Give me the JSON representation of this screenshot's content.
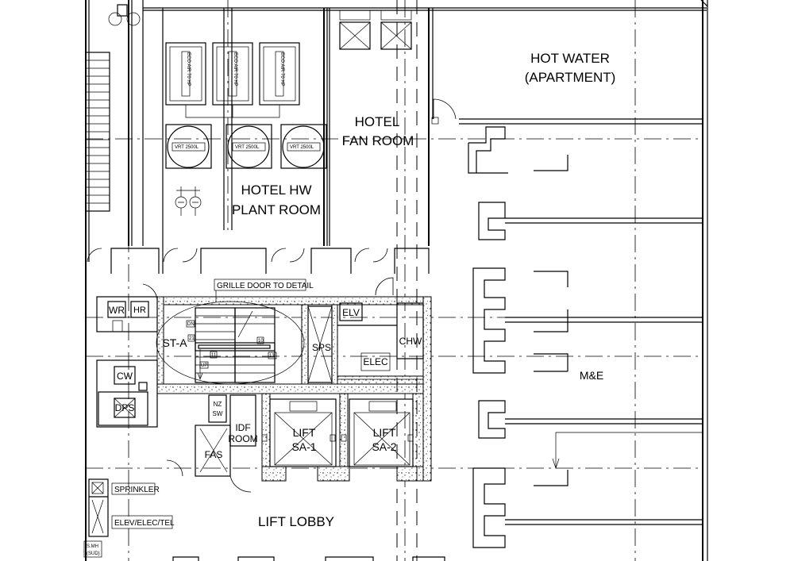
{
  "rooms": {
    "hot_water_line1": "HOT WATER",
    "hot_water_line2": "(APARTMENT)",
    "hotel_fan_line1": "HOTEL",
    "hotel_fan_line2": "FAN ROOM",
    "hotel_hw_line1": "HOTEL HW",
    "hotel_hw_line2": "PLANT ROOM",
    "me": "M&E",
    "lift_lobby": "LIFT LOBBY",
    "stair": "ST-A",
    "sps": "SPS",
    "elec": "ELEC",
    "elv": "ELV",
    "chw": "CHW",
    "cw": "CW",
    "wr": "WR",
    "hr": "HR",
    "fas": "FAS",
    "idf_line1": "IDF",
    "idf_line2": "ROOM",
    "nz_line1": "NZ",
    "nz_line2": "SW",
    "dps": "DPS",
    "lift1_line1": "LIFT",
    "lift1_line2": "SA-1",
    "lift2_line1": "LIFT",
    "lift2_line2": "SA-2"
  },
  "notes": {
    "grille": "GRILLE DOOR TO DETAIL",
    "sprinkler": "SPRINKLER",
    "elev_elec_tel": "ELEV/ELEC/TEL",
    "s_mh_line1": "S.MH",
    "s_mh_line2": "(SUD)",
    "dn": "DN",
    "up1": "UP",
    "up2": "UP",
    "n21": "21",
    "n11": "11",
    "n10": "10",
    "n13": "13"
  },
  "equipment": {
    "heat_pump_label": "ECO AIR 70 HP",
    "tank_label": "VRT 2500L"
  },
  "colors": {
    "line": "#000000",
    "background": "#ffffff"
  }
}
